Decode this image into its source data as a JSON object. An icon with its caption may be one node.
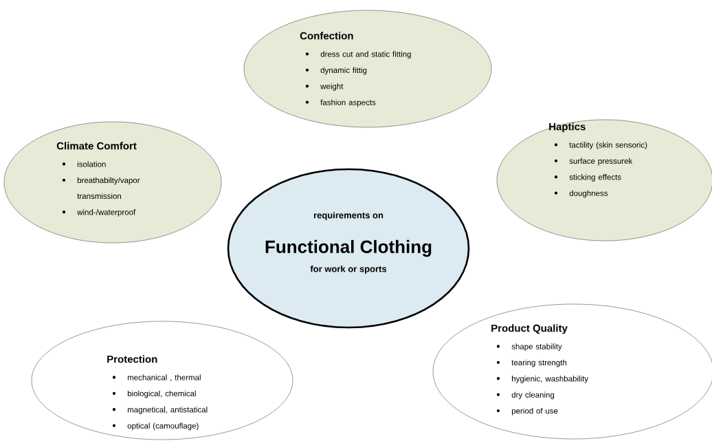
{
  "diagram": {
    "nodes": [
      {
        "text": [
          "Confection",
          "dress cut and static fitting",
          "dynamic fittig",
          "weight",
          "fashion aspects"
        ]
      },
      {
        "text": [
          "Climate Comfort",
          "isolation",
          "breathabilty/vapor transmission",
          "wind-/waterproof"
        ]
      },
      {
        "text": [
          "Haptics",
          "tactility (skin sensoric)",
          "surface pressurek",
          "sticking effects",
          "doughness"
        ]
      },
      {
        "text": [
          "requirements on",
          "Functional Clothing",
          "for work or sports"
        ]
      },
      {
        "text": [
          "Protection",
          "mechanical , thermal",
          "biological, chemical",
          "magnetical, antistatical",
          "optical (camouflage)"
        ]
      },
      {
        "text": [
          "Product Quality",
          "shape stability",
          "tearing strength",
          "hygienic, washbability",
          "dry cleaning",
          "period of use"
        ]
      }
    ]
  }
}
